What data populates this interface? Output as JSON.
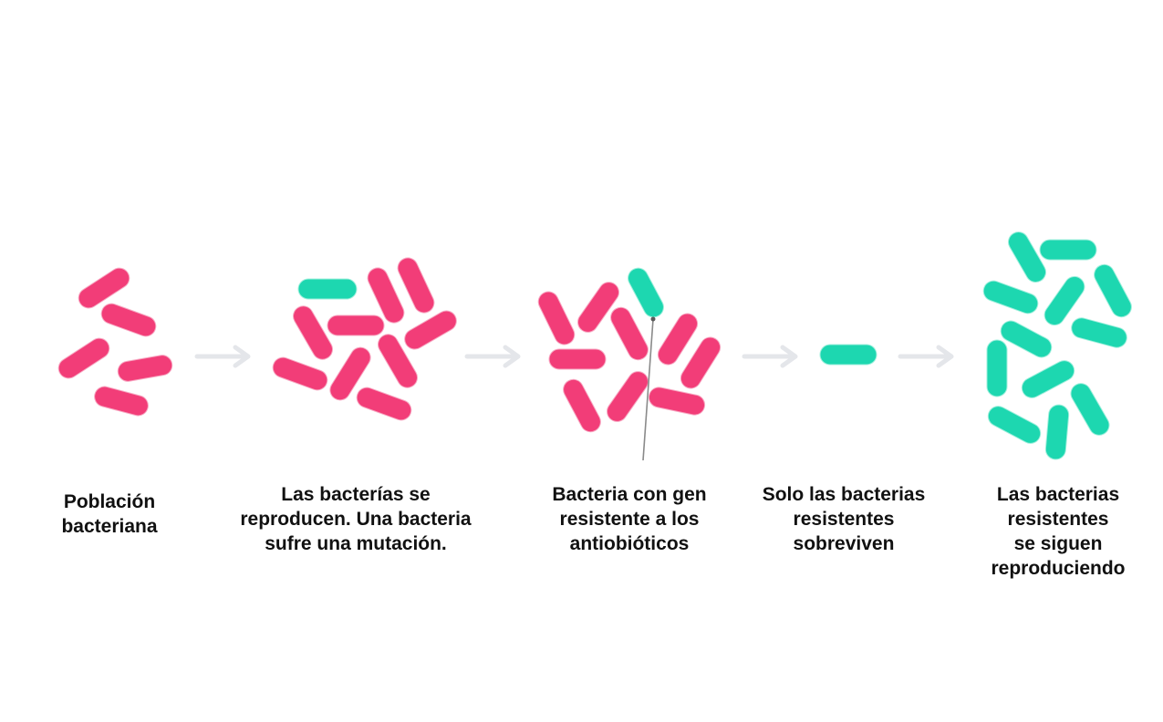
{
  "colors": {
    "susceptible": "#F23D78",
    "resistant": "#1DD7B0",
    "arrow": "#E4E6EA",
    "pointer": "#8A8A8A",
    "text": "#111111"
  },
  "stages": [
    {
      "id": "stage-1",
      "caption": [
        "Población",
        "bacteriana"
      ]
    },
    {
      "id": "stage-2",
      "caption": [
        "Las bacterías se",
        "reproducen. Una bacteria",
        "sufre una mutación."
      ]
    },
    {
      "id": "stage-3",
      "caption": [
        "Bacteria con gen",
        "resistente a los",
        "antiobióticos"
      ]
    },
    {
      "id": "stage-4",
      "caption": [
        "Solo las bacterias",
        "resistentes",
        "sobreviven"
      ]
    },
    {
      "id": "stage-5",
      "caption": [
        "Las bacterias",
        "resistentes",
        "se siguen",
        "reproduciendo"
      ]
    }
  ]
}
